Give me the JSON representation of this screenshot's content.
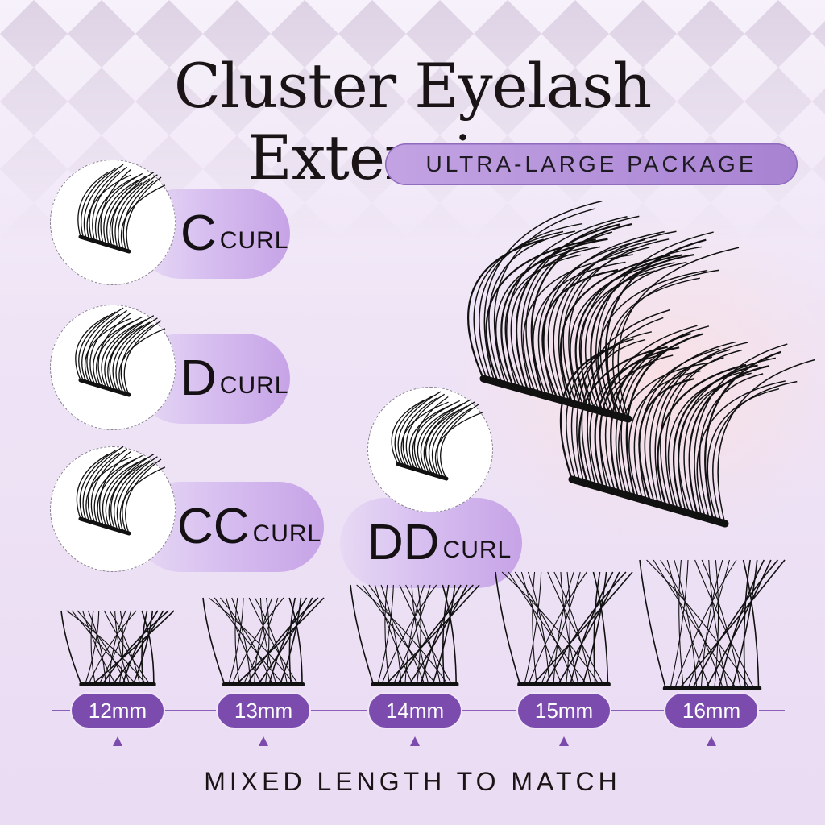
{
  "title": "Cluster Eyelash Extensions",
  "banner": "ULTRA-LARGE PACKAGE",
  "curls": [
    {
      "letter": "C",
      "suffix": "CURL"
    },
    {
      "letter": "D",
      "suffix": "CURL"
    },
    {
      "letter": "CC",
      "suffix": "CURL"
    },
    {
      "letter": "DD",
      "suffix": "CURL"
    }
  ],
  "lengths": [
    "12mm",
    "13mm",
    "14mm",
    "15mm",
    "16mm"
  ],
  "footer": "MIXED LENGTH TO MATCH",
  "colors": {
    "accent": "#7b4bad",
    "pill": "#c6a3e6",
    "lash": "#111111",
    "text": "#1a1416"
  }
}
